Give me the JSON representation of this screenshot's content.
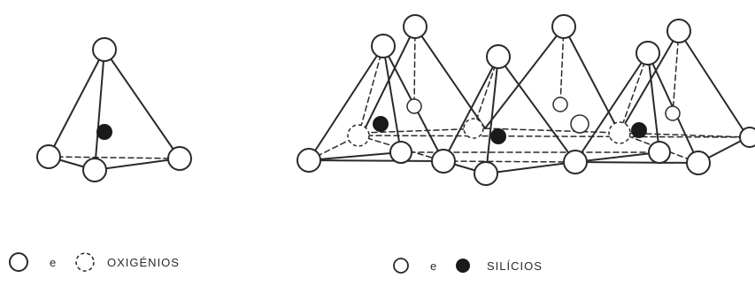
{
  "legend": {
    "oxygen_label": "OXIGÉNIOS",
    "silicon_label": "SILÍCIOS",
    "connector": "e"
  },
  "colors": {
    "line": "#2a2a2a",
    "atom_fill": "#ffffff",
    "silicon_fill": "#1a1a1a",
    "background": "#ffffff"
  }
}
